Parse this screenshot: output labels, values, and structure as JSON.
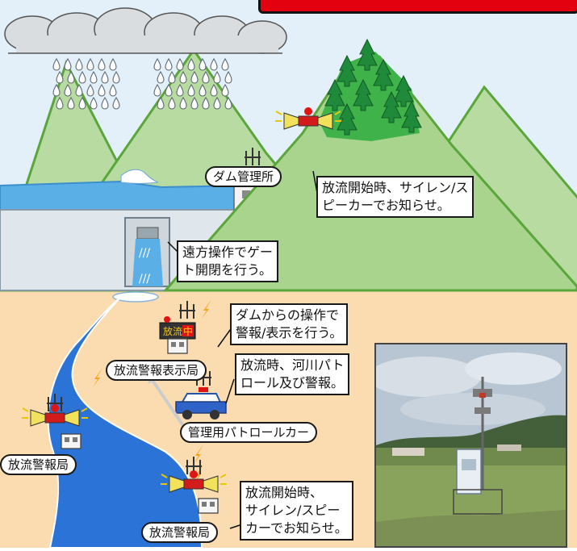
{
  "labels": {
    "dam_office": "ダム管理所",
    "display_station": "放流警報表示局",
    "patrol_car": "管理用パトロールカー",
    "alarm_station_left": "放流警報局",
    "alarm_station_bottom": "放流警報局",
    "sign_text_1": "放流",
    "sign_text_2": "中"
  },
  "notes": {
    "siren_top": [
      "放流開始時、サイレン/ス",
      "ピーカーでお知らせ。"
    ],
    "remote_gate": [
      "遠方操作でゲー",
      "ト開閉を行う。"
    ],
    "dam_operation": [
      "ダムからの操作で",
      "警報/表示を行う。"
    ],
    "patrol": [
      "放流時、河川パト",
      "ロール及び警報。"
    ],
    "siren_bottom": [
      "放流開始時、",
      "サイレン/スピー",
      "カーでお知らせ。"
    ]
  },
  "colors": {
    "sky": "#e3f0fa",
    "mountain": "#b7dba0",
    "mountain_edge": "#5aa63b",
    "ground": "#fbdcb0",
    "river": "#2b73d6",
    "reservoir": "#5ab0e6",
    "banner": "#e3000f"
  }
}
